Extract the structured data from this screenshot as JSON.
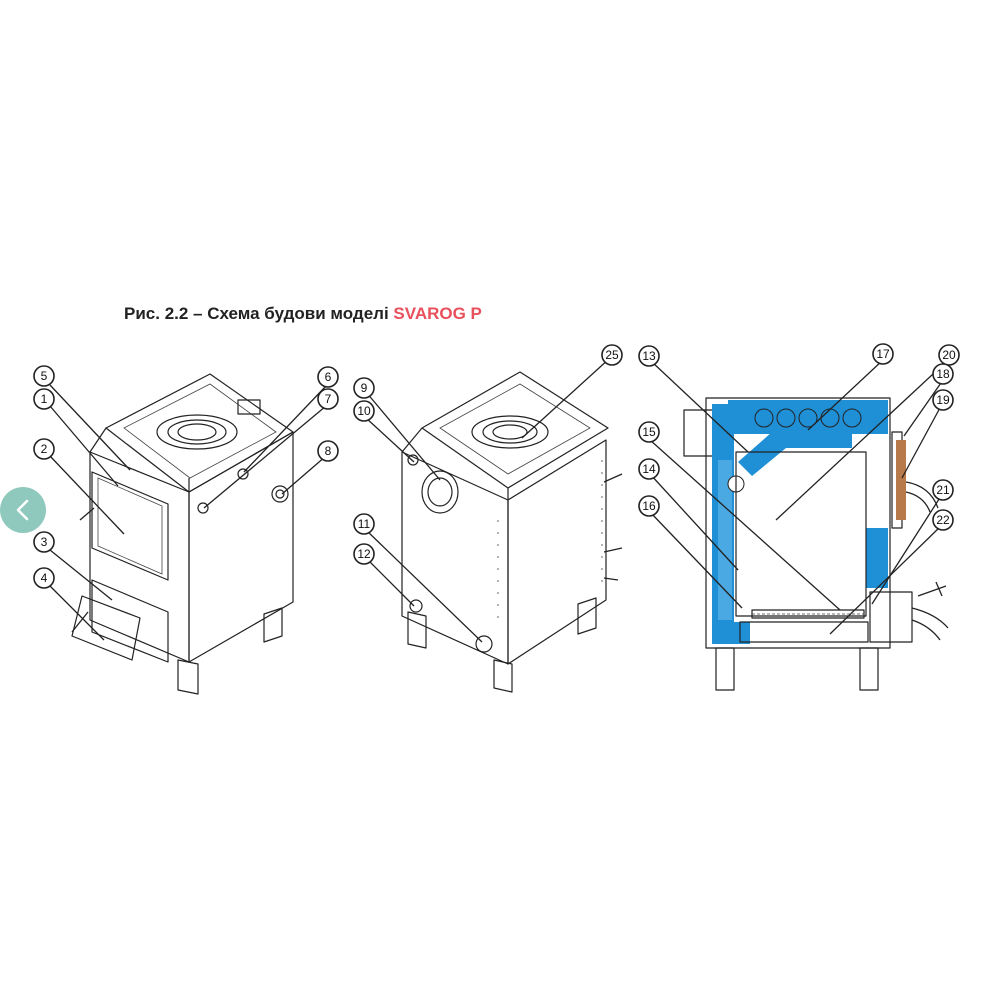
{
  "caption": {
    "prefix": "Рис. 2.2 – Схема будови моделі",
    "model": "SVAROG P"
  },
  "colors": {
    "model_accent": "#e8505b",
    "insulation_blue": "#1f8fd6",
    "nav_bg": "#8fc9bd"
  },
  "navigation": {
    "prev_icon": "chevron-left-icon"
  },
  "callouts": {
    "c1": "1",
    "c2": "2",
    "c3": "3",
    "c4": "4",
    "c5": "5",
    "c6": "6",
    "c7": "7",
    "c8": "8",
    "c9": "9",
    "c10": "10",
    "c11": "11",
    "c12": "12",
    "c13": "13",
    "c14": "14",
    "c15": "15",
    "c16": "16",
    "c17": "17",
    "c18": "18",
    "c19": "19",
    "c20": "20",
    "c21": "21",
    "c22": "22",
    "c25": "25"
  }
}
